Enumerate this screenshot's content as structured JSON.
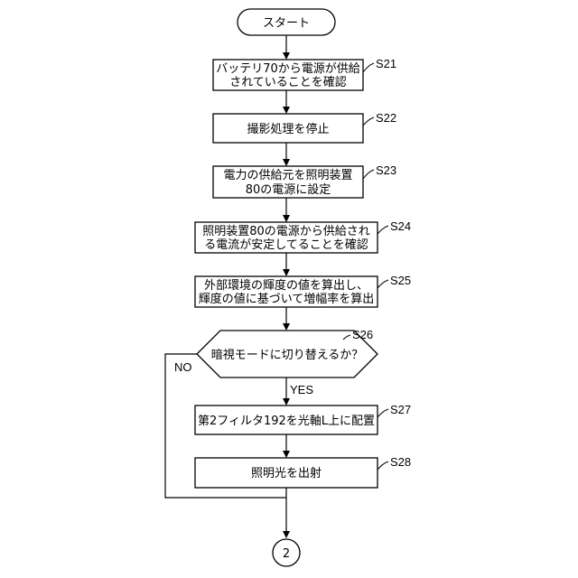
{
  "flowchart": {
    "start": {
      "text": "スタート"
    },
    "steps": [
      {
        "id": "S21",
        "lines": [
          "バッテリ70から電源が供給",
          "されていることを確認"
        ]
      },
      {
        "id": "S22",
        "lines": [
          "撮影処理を停止"
        ]
      },
      {
        "id": "S23",
        "lines": [
          "電力の供給元を照明装置",
          "80の電源に設定"
        ]
      },
      {
        "id": "S24",
        "lines": [
          "照明装置80の電源から供給され",
          "る電流が安定してることを確認"
        ]
      },
      {
        "id": "S25",
        "lines": [
          "外部環境の輝度の値を算出し、",
          "輝度の値に基づいて増幅率を算出"
        ]
      }
    ],
    "decision": {
      "id": "S26",
      "text": "暗視モードに切り替えるか？",
      "yes_label": "YES",
      "no_label": "NO"
    },
    "steps_after": [
      {
        "id": "S27",
        "lines": [
          "第2フィルタ192を光軸L上に配置"
        ]
      },
      {
        "id": "S28",
        "lines": [
          "照明光を出射"
        ]
      }
    ],
    "connector": {
      "text": "2"
    }
  }
}
